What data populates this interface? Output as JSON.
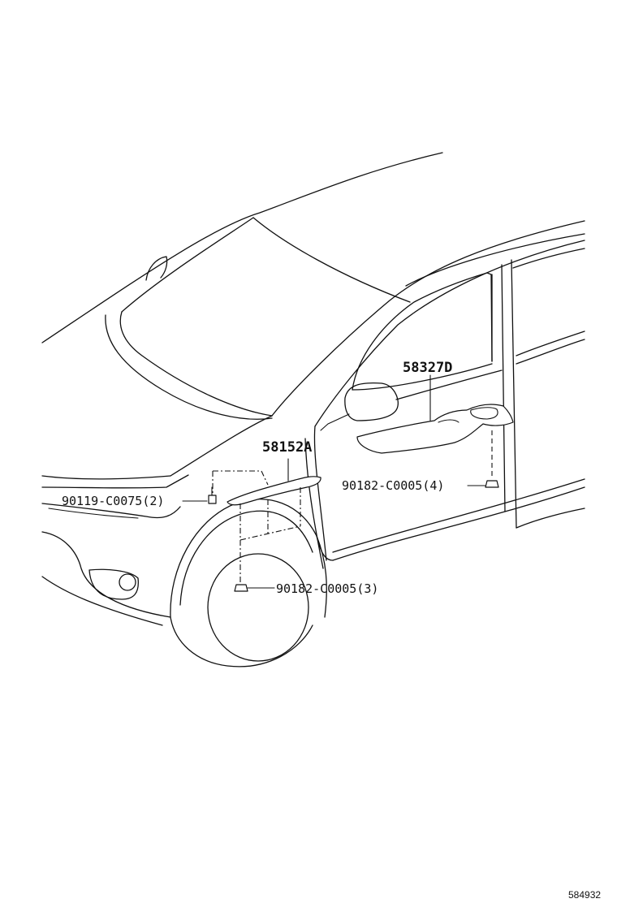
{
  "labels": {
    "p58327d": "58327D",
    "p58152a": "58152A",
    "p90182_4": "90182-C0005(4)",
    "p90119_2": "90119-C0075(2)",
    "p90182_3": "90182-C0005(3)"
  },
  "diagram_code": "584932"
}
